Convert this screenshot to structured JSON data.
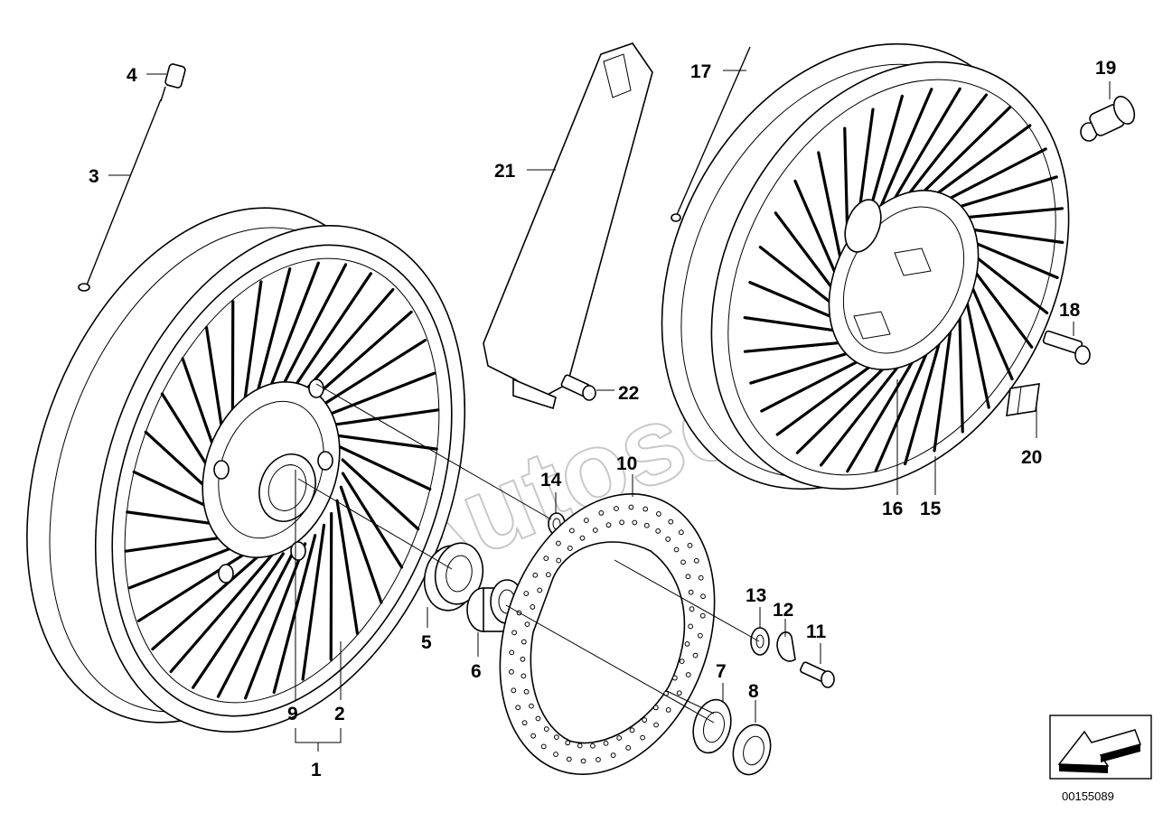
{
  "parts": [
    {
      "num": "1"
    },
    {
      "num": "2"
    },
    {
      "num": "3"
    },
    {
      "num": "4"
    },
    {
      "num": "5"
    },
    {
      "num": "6"
    },
    {
      "num": "7"
    },
    {
      "num": "8"
    },
    {
      "num": "9"
    },
    {
      "num": "10"
    },
    {
      "num": "11"
    },
    {
      "num": "12"
    },
    {
      "num": "13"
    },
    {
      "num": "14"
    },
    {
      "num": "15"
    },
    {
      "num": "16"
    },
    {
      "num": "17"
    },
    {
      "num": "18"
    },
    {
      "num": "19"
    },
    {
      "num": "20"
    },
    {
      "num": "21"
    },
    {
      "num": "22"
    }
  ],
  "watermark": "Autosof",
  "reference_number": "00155089",
  "icons": {
    "orientation": "arrow-icon"
  }
}
